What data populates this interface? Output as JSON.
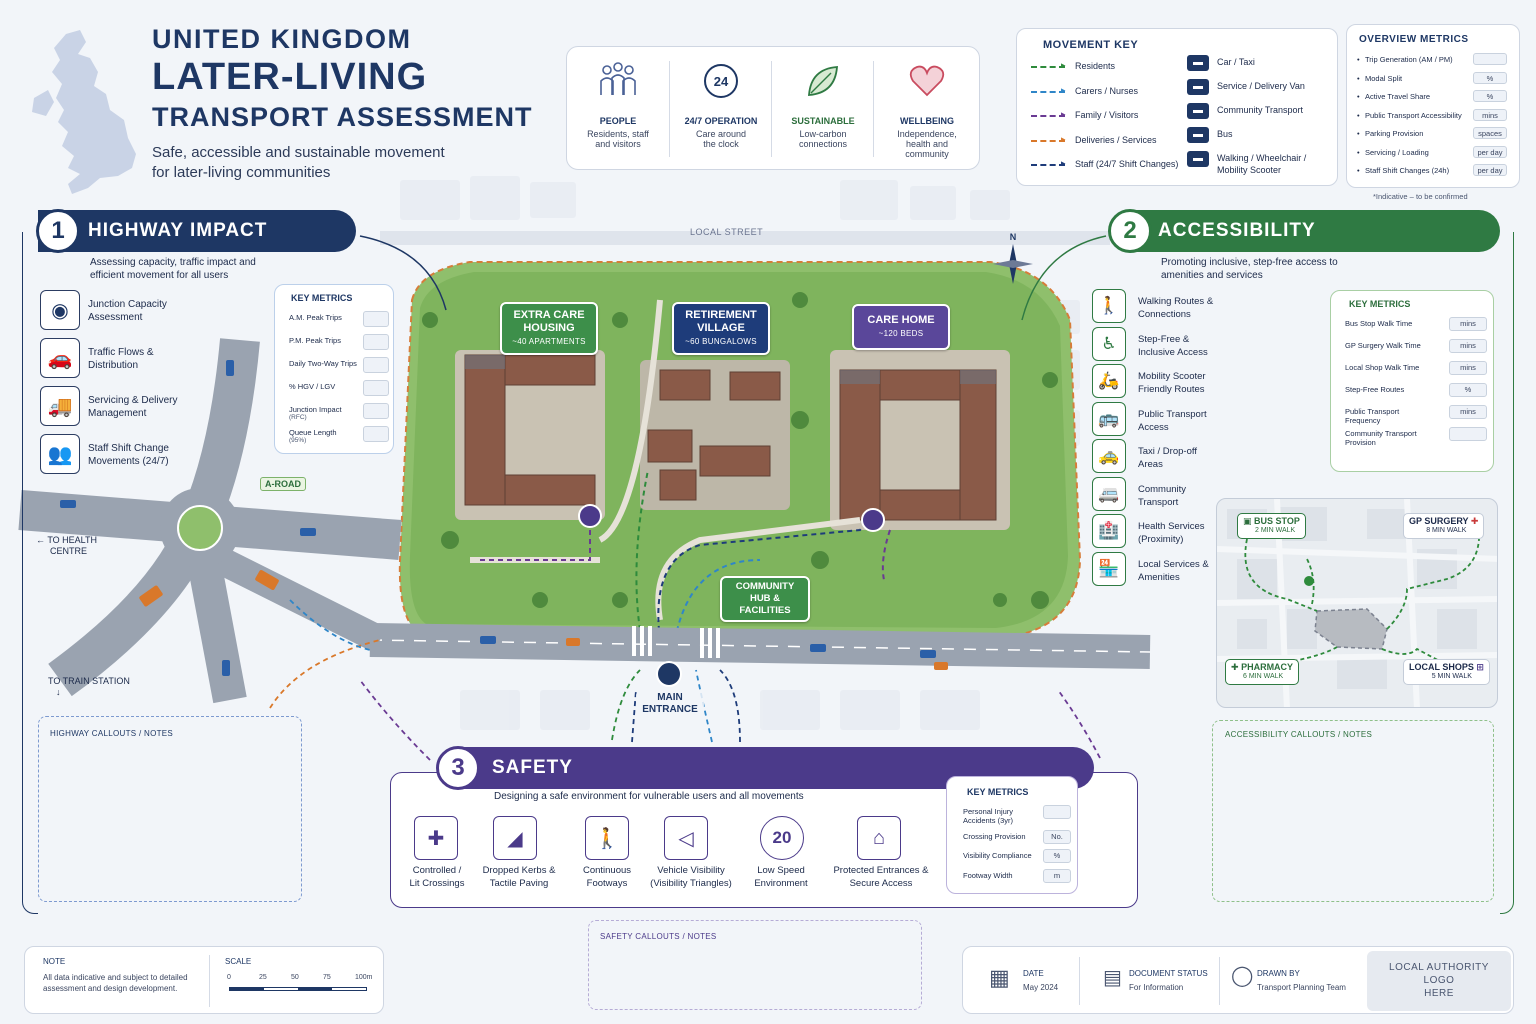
{
  "header": {
    "line1": "UNITED KINGDOM",
    "line2": "LATER-LIVING",
    "line3": "TRANSPORT ASSESSMENT",
    "subtitle_1": "Safe, accessible and sustainable movement",
    "subtitle_2": "for later-living communities"
  },
  "pillars": [
    {
      "title": "PEOPLE",
      "desc_1": "Residents, staff",
      "desc_2": "and visitors",
      "desc_3": "",
      "icon": "people-icon"
    },
    {
      "title": "24/7 OPERATION",
      "desc_1": "Care around",
      "desc_2": "the clock",
      "desc_3": "",
      "icon": "clock-24-icon"
    },
    {
      "title": "SUSTAINABLE",
      "desc_1": "Low-carbon",
      "desc_2": "connections",
      "desc_3": "",
      "icon": "leaf-icon"
    },
    {
      "title": "WELLBEING",
      "desc_1": "Independence,",
      "desc_2": "health and",
      "desc_3": "community",
      "icon": "heart-icon"
    }
  ],
  "movement_key": {
    "title": "MOVEMENT KEY",
    "lines": [
      {
        "label": "Residents",
        "color": "#2e8b3c"
      },
      {
        "label": "Carers / Nurses",
        "color": "#2f86c8"
      },
      {
        "label": "Family / Visitors",
        "color": "#6a3a93"
      },
      {
        "label": "Deliveries / Services",
        "color": "#d9782a"
      },
      {
        "label": "Staff (24/7 Shift Changes)",
        "color": "#1e3c7a"
      }
    ],
    "vehicles": [
      {
        "label": "Car / Taxi",
        "icon": "car-icon"
      },
      {
        "label": "Service / Delivery Van",
        "icon": "van-icon"
      },
      {
        "label": "Community Transport",
        "icon": "minibus-icon"
      },
      {
        "label": "Bus",
        "icon": "bus-icon"
      },
      {
        "label": "Walking / Wheelchair /",
        "label2": "Mobility Scooter",
        "icon": "wheelchair-icon"
      }
    ]
  },
  "overview": {
    "title": "OVERVIEW METRICS",
    "items": [
      {
        "label": "Trip Generation (AM / PM)",
        "unit": ""
      },
      {
        "label": "Modal Split",
        "unit": "%"
      },
      {
        "label": "Active Travel Share",
        "unit": "%"
      },
      {
        "label": "Public Transport Accessibility",
        "unit": "mins"
      },
      {
        "label": "Parking Provision",
        "unit": "spaces"
      },
      {
        "label": "Servicing / Loading",
        "unit": "per day"
      },
      {
        "label": "Staff Shift Changes (24h)",
        "unit": "per day"
      }
    ],
    "footnote": "*Indicative – to be confirmed"
  },
  "highway": {
    "num": "1",
    "title": "HIGHWAY IMPACT",
    "desc_1": "Assessing capacity, traffic impact and",
    "desc_2": "efficient movement for all users",
    "items": [
      {
        "l1": "Junction Capacity",
        "l2": "Assessment",
        "icon": "junction-icon"
      },
      {
        "l1": "Traffic Flows &",
        "l2": "Distribution",
        "icon": "car-icon"
      },
      {
        "l1": "Servicing & Delivery",
        "l2": "Management",
        "icon": "truck-icon"
      },
      {
        "l1": "Staff Shift Change",
        "l2": "Movements (24/7)",
        "icon": "staff-icon"
      }
    ],
    "metrics_title": "KEY METRICS",
    "metrics": [
      {
        "l1": "A.M. Peak Trips",
        "l2": ""
      },
      {
        "l1": "P.M. Peak Trips",
        "l2": ""
      },
      {
        "l1": "Daily Two-Way Trips",
        "l2": ""
      },
      {
        "l1": "% HGV / LGV",
        "l2": ""
      },
      {
        "l1": "Junction Impact",
        "l2": "(RFC)"
      },
      {
        "l1": "Queue Length",
        "l2": "(95%)"
      }
    ],
    "callouts": "HIGHWAY CALLOUTS / NOTES"
  },
  "accessibility": {
    "num": "2",
    "title": "ACCESSIBILITY",
    "desc_1": "Promoting inclusive, step-free access to",
    "desc_2": "amenities and services",
    "items": [
      {
        "l1": "Walking Routes &",
        "l2": "Connections",
        "icon": "walking-icon"
      },
      {
        "l1": "Step-Free &",
        "l2": "Inclusive Access",
        "icon": "wheelchair-icon"
      },
      {
        "l1": "Mobility Scooter",
        "l2": "Friendly Routes",
        "icon": "scooter-icon"
      },
      {
        "l1": "Public Transport",
        "l2": "Access",
        "icon": "bus-icon"
      },
      {
        "l1": "Taxi / Drop-off",
        "l2": "Areas",
        "icon": "taxi-icon"
      },
      {
        "l1": "Community",
        "l2": "Transport",
        "icon": "minibus-icon"
      },
      {
        "l1": "Health Services",
        "l2": "(Proximity)",
        "icon": "hospital-icon"
      },
      {
        "l1": "Local Services &",
        "l2": "Amenities",
        "icon": "shop-icon"
      }
    ],
    "metrics_title": "KEY METRICS",
    "metrics": [
      {
        "l1": "Bus Stop Walk Time",
        "l2": "",
        "unit": "mins"
      },
      {
        "l1": "GP Surgery Walk Time",
        "l2": "",
        "unit": "mins"
      },
      {
        "l1": "Local Shop Walk Time",
        "l2": "",
        "unit": "mins"
      },
      {
        "l1": "Step-Free Routes",
        "l2": "",
        "unit": "%"
      },
      {
        "l1": "Public Transport",
        "l2": "Frequency",
        "unit": "mins"
      },
      {
        "l1": "Community Transport",
        "l2": "Provision",
        "unit": ""
      }
    ],
    "map": {
      "bus": {
        "name": "BUS STOP",
        "walk": "2 MIN WALK"
      },
      "gp": {
        "name": "GP SURGERY",
        "walk": "8 MIN WALK"
      },
      "pharmacy": {
        "name": "PHARMACY",
        "walk": "6 MIN WALK"
      },
      "shops": {
        "name": "LOCAL SHOPS",
        "walk": "5 MIN WALK"
      }
    },
    "callouts": "ACCESSIBILITY CALLOUTS / NOTES"
  },
  "safety": {
    "num": "3",
    "title": "SAFETY",
    "desc": "Designing a safe environment for vulnerable users and all movements",
    "items": [
      {
        "l1": "Controlled /",
        "l2": "Lit Crossings",
        "icon": "crossing-icon",
        "glyph": "✚"
      },
      {
        "l1": "Dropped Kerbs &",
        "l2": "Tactile Paving",
        "icon": "kerb-icon",
        "glyph": "◢"
      },
      {
        "l1": "Continuous",
        "l2": "Footways",
        "icon": "footway-icon",
        "glyph": "🚶"
      },
      {
        "l1": "Vehicle Visibility",
        "l2": "(Visibility Triangles)",
        "icon": "visibility-icon",
        "glyph": "◁"
      },
      {
        "l1": "Low Speed",
        "l2": "Environment",
        "icon": "speed-20-icon",
        "glyph": "20"
      },
      {
        "l1": "Protected Entrances &",
        "l2": "Secure Access",
        "icon": "entrance-icon",
        "glyph": "⌂"
      }
    ],
    "metrics_title": "KEY METRICS",
    "metrics": [
      {
        "l1": "Personal Injury",
        "l2": "Accidents (3yr)",
        "unit": ""
      },
      {
        "l1": "Crossing Provision",
        "l2": "",
        "unit": "No."
      },
      {
        "l1": "Visibility Compliance",
        "l2": "",
        "unit": "%"
      },
      {
        "l1": "Footway Width",
        "l2": "",
        "unit": "m"
      }
    ],
    "callouts": "SAFETY CALLOUTS / NOTES"
  },
  "site": {
    "extra_care": {
      "t1": "EXTRA CARE",
      "t2": "HOUSING",
      "sub": "~40 APARTMENTS"
    },
    "retirement": {
      "t1": "RETIREMENT",
      "t2": "VILLAGE",
      "sub": "~60 BUNGALOWS"
    },
    "care_home": {
      "t1": "CARE HOME",
      "sub": "~120 BEDS"
    },
    "hub": {
      "t1": "COMMUNITY",
      "t2": "HUB & FACILITIES"
    },
    "entrance_1": "MAIN",
    "entrance_2": "ENTRANCE",
    "local_street": "LOCAL STREET",
    "a_road": "A-ROAD",
    "to_health_1": "TO HEALTH",
    "to_health_2": "CENTRE",
    "to_train": "TO TRAIN STATION",
    "compass": "N"
  },
  "footer": {
    "note_title": "NOTE",
    "note_1": "All data indicative and subject to detailed",
    "note_2": "assessment and design development.",
    "scale_title": "SCALE",
    "scale_ticks": [
      "0",
      "25",
      "50",
      "75",
      "100m"
    ],
    "date_label": "DATE",
    "date_value": "May 2024",
    "status_label": "DOCUMENT STATUS",
    "status_value": "For Information",
    "drawn_label": "DRAWN BY",
    "drawn_value": "Transport Planning Team",
    "logo_1": "LOCAL AUTHORITY",
    "logo_2": "LOGO",
    "logo_3": "HERE"
  }
}
